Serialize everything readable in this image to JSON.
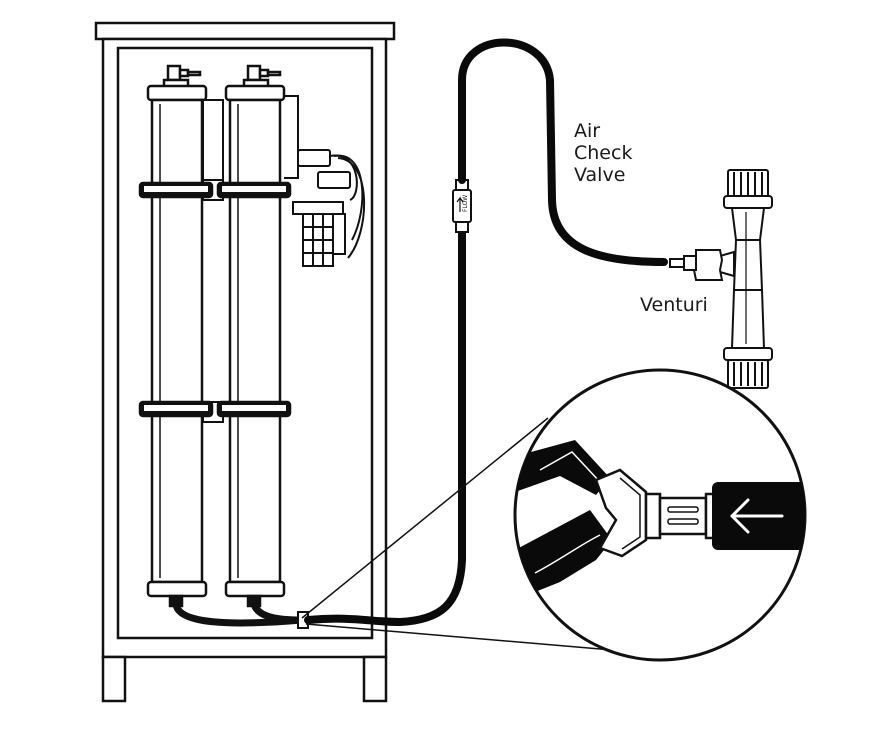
{
  "labels": {
    "air_line1": "Air",
    "air_line2": "Check",
    "air_line3": "Valve",
    "venturi": "Venturi",
    "flow_marking": "FLOW"
  },
  "colors": {
    "outline": "#111111",
    "hose": "#0a0a0a",
    "background": "#ffffff"
  },
  "icons": [
    "left-arrow-icon"
  ]
}
